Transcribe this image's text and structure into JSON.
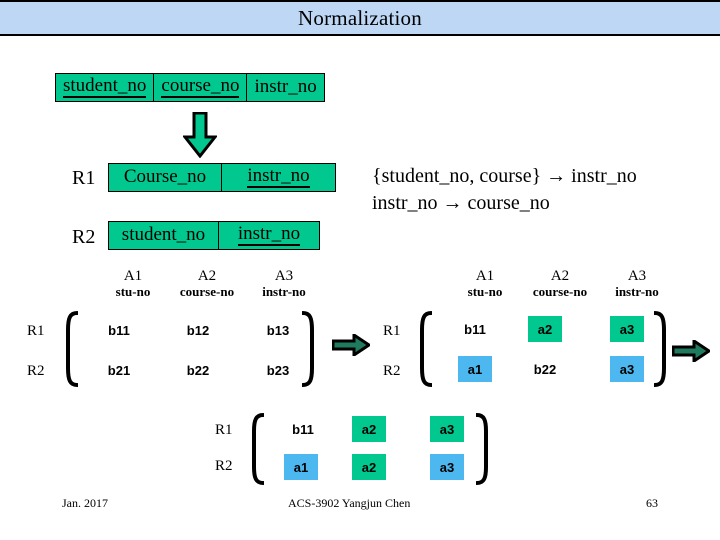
{
  "slide": {
    "title": "Normalization"
  },
  "original_relation": {
    "name": "original-relation",
    "columns": [
      {
        "label": "student_no",
        "key": true
      },
      {
        "label": "course_no",
        "key": true
      },
      {
        "label": "instr_no",
        "key": false
      }
    ]
  },
  "decomposed_relations": [
    {
      "name": "R1",
      "columns": [
        {
          "label": "Course_no",
          "key": false
        },
        {
          "label": "instr_no",
          "key": true
        }
      ]
    },
    {
      "name": "R2",
      "columns": [
        {
          "label": "student_no",
          "key": false
        },
        {
          "label": "instr_no",
          "key": true
        }
      ]
    }
  ],
  "functional_dependencies": {
    "line1": "{student_no, course} → instr_no",
    "line2": "instr_no → course_no"
  },
  "matrices": [
    {
      "id": "matrix-initial",
      "attr_ids": [
        "A1",
        "A2",
        "A3"
      ],
      "attr_names": [
        "stu-no",
        "course-no",
        "instr-no"
      ],
      "row_labels": [
        "R1",
        "R2"
      ],
      "rows": [
        [
          {
            "value": "b11",
            "highlight": "none"
          },
          {
            "value": "b12",
            "highlight": "none"
          },
          {
            "value": "b13",
            "highlight": "none"
          }
        ],
        [
          {
            "value": "b21",
            "highlight": "none"
          },
          {
            "value": "b22",
            "highlight": "none"
          },
          {
            "value": "b23",
            "highlight": "none"
          }
        ]
      ]
    },
    {
      "id": "matrix-step2",
      "attr_ids": [
        "A1",
        "A2",
        "A3"
      ],
      "attr_names": [
        "stu-no",
        "course-no",
        "instr-no"
      ],
      "row_labels": [
        "R1",
        "R2"
      ],
      "rows": [
        [
          {
            "value": "b11",
            "highlight": "none"
          },
          {
            "value": "a2",
            "highlight": "green"
          },
          {
            "value": "a3",
            "highlight": "green"
          }
        ],
        [
          {
            "value": "a1",
            "highlight": "blue"
          },
          {
            "value": "b22",
            "highlight": "none"
          },
          {
            "value": "a3",
            "highlight": "blue"
          }
        ]
      ]
    },
    {
      "id": "matrix-final",
      "attr_ids": [],
      "attr_names": [],
      "row_labels": [
        "R1",
        "R2"
      ],
      "rows": [
        [
          {
            "value": "b11",
            "highlight": "none"
          },
          {
            "value": "a2",
            "highlight": "green"
          },
          {
            "value": "a3",
            "highlight": "green"
          }
        ],
        [
          {
            "value": "a1",
            "highlight": "blue"
          },
          {
            "value": "a2",
            "highlight": "green"
          },
          {
            "value": "a3",
            "highlight": "blue"
          }
        ]
      ]
    }
  ],
  "footer": {
    "date": "Jan. 2017",
    "center": "ACS-3902  Yangjun Chen",
    "page": "63"
  },
  "colors": {
    "title_bar": "#bdd7f5",
    "table_green": "#00c88f",
    "highlight_green": "#00c88f",
    "highlight_blue": "#4db8ef",
    "arrow_fill": "#1f7a5e",
    "outline": "#000000"
  },
  "icons": {
    "down_arrow": "arrow-down-icon",
    "right_arrow": "arrow-right-icon"
  }
}
